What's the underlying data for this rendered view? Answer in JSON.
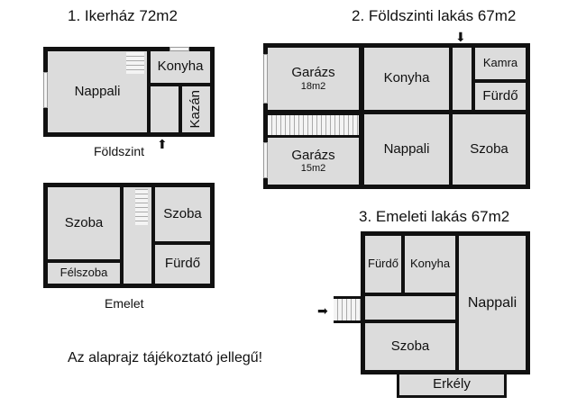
{
  "plan1": {
    "title": "1. Ikerház 72m2",
    "ground_label": "Földszint",
    "upper_label": "Emelet",
    "ground_rooms": {
      "nappali": "Nappali",
      "konyha": "Konyha",
      "kazan": "Kazán"
    },
    "upper_rooms": {
      "szoba1": "Szoba",
      "szoba2": "Szoba",
      "felszoba": "Félszoba",
      "furdo": "Fürdő"
    }
  },
  "plan2": {
    "title": "2. Földszinti lakás 67m2",
    "rooms": {
      "garazs1": "Garázs",
      "garazs1_area": "18m2",
      "garazs2": "Garázs",
      "garazs2_area": "15m2",
      "konyha": "Konyha",
      "kamra": "Kamra",
      "furdo": "Fürdő",
      "nappali": "Nappali",
      "szoba": "Szoba"
    }
  },
  "plan3": {
    "title": "3. Emeleti lakás 67m2",
    "rooms": {
      "furdo": "Fürdő",
      "konyha": "Konyha",
      "nappali": "Nappali",
      "szoba": "Szoba",
      "erkely": "Erkély"
    }
  },
  "note": "Az alaprajz tájékoztató jellegű!"
}
